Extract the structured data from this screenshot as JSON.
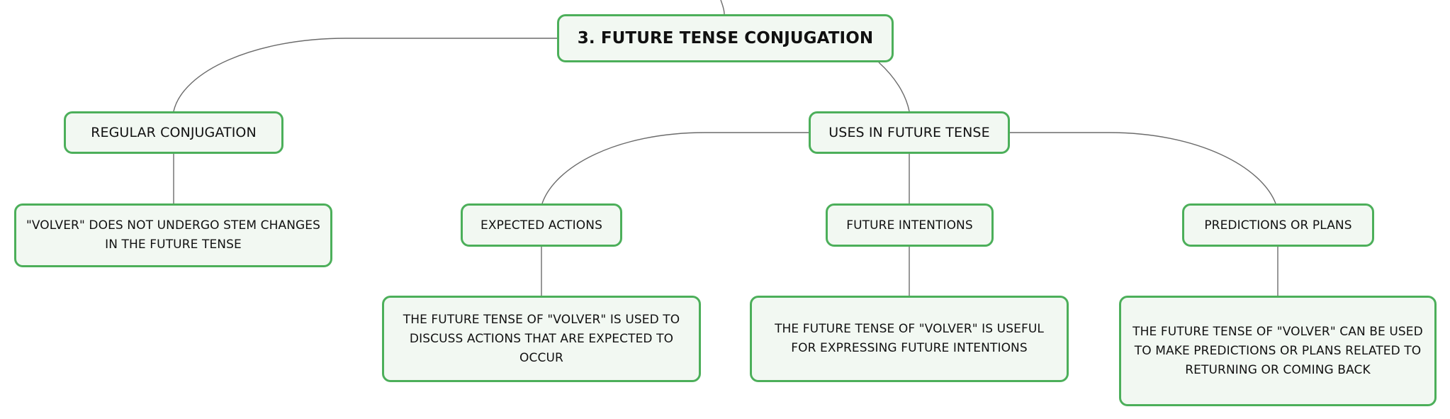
{
  "diagram": {
    "root": {
      "label": "3. FUTURE TENSE CONJUGATION"
    },
    "regular": {
      "label": "REGULAR CONJUGATION",
      "detail": "\"VOLVER\" DOES NOT UNDERGO STEM CHANGES IN THE FUTURE TENSE"
    },
    "uses": {
      "label": "USES IN FUTURE TENSE",
      "expected": {
        "label": "EXPECTED ACTIONS",
        "detail": "THE FUTURE TENSE OF \"VOLVER\" IS USED TO DISCUSS ACTIONS THAT ARE EXPECTED TO OCCUR"
      },
      "intentions": {
        "label": "FUTURE INTENTIONS",
        "detail": "THE FUTURE TENSE OF \"VOLVER\" IS USEFUL FOR EXPRESSING FUTURE INTENTIONS"
      },
      "predictions": {
        "label": "PREDICTIONS OR PLANS",
        "detail": "THE FUTURE TENSE OF \"VOLVER\" CAN BE USED TO MAKE PREDICTIONS OR PLANS RELATED TO RETURNING OR COMING BACK"
      }
    }
  },
  "colors": {
    "node_border": "#4caf5a",
    "node_fill": "#f2f8f2",
    "connector": "#6b6b6b",
    "text": "#111111"
  }
}
